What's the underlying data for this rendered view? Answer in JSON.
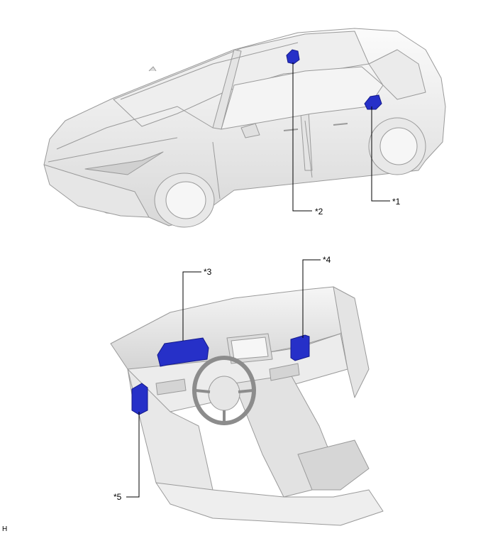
{
  "callouts": {
    "c1": "*1",
    "c2": "*2",
    "c3": "*3",
    "c4": "*4",
    "c5": "*5"
  },
  "corner_code": "H",
  "colors": {
    "component": "#2630c8",
    "component_dark": "#141a8a",
    "body_light": "#f2f2f2",
    "body_mid": "#dcdcdc",
    "outline": "#9a9a9a",
    "leader": "#000000"
  }
}
